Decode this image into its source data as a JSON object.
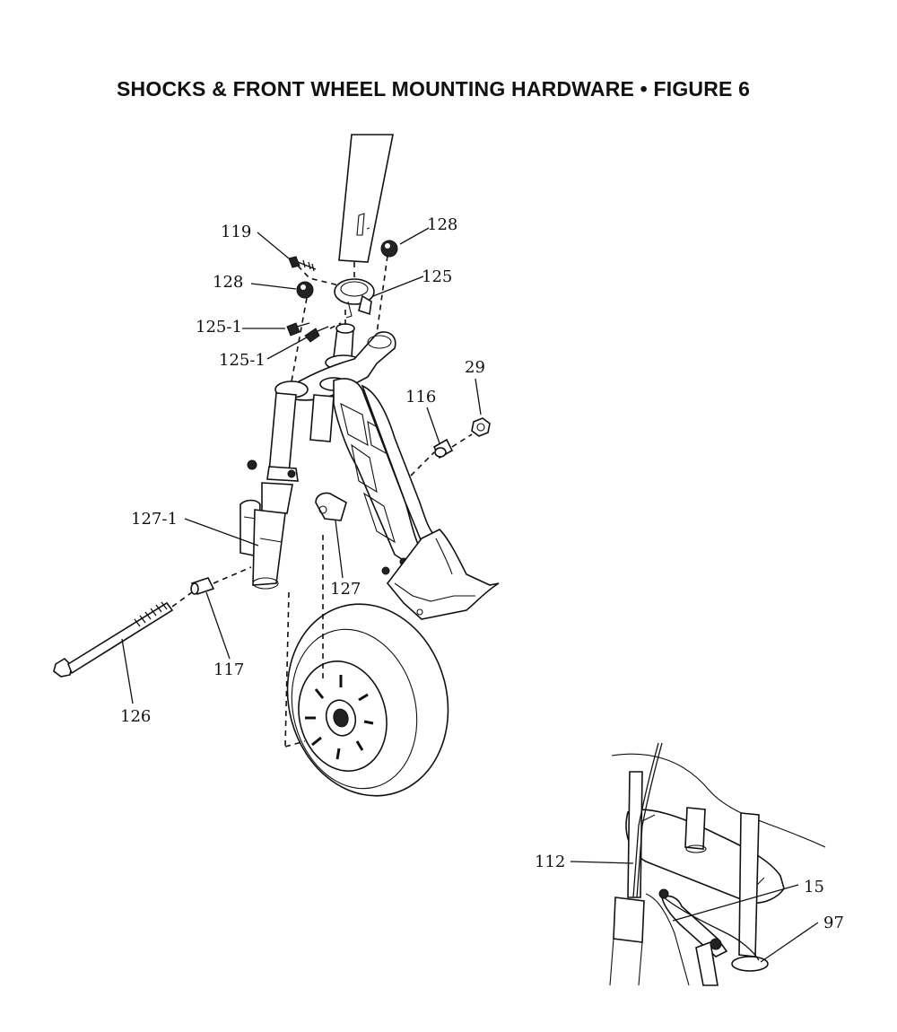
{
  "title": "SHOCKS & FRONT WHEEL MOUNTING HARDWARE  •  FIGURE 6",
  "callouts": {
    "c119": "119",
    "c128a": "128",
    "c128b": "128",
    "c125": "125",
    "c125_1a": "125-1",
    "c125_1b": "125-1",
    "c29": "29",
    "c116": "116",
    "c127_1": "127-1",
    "c127": "127",
    "c117": "117",
    "c126": "126",
    "c112": "112",
    "c15": "15",
    "c97": "97"
  }
}
